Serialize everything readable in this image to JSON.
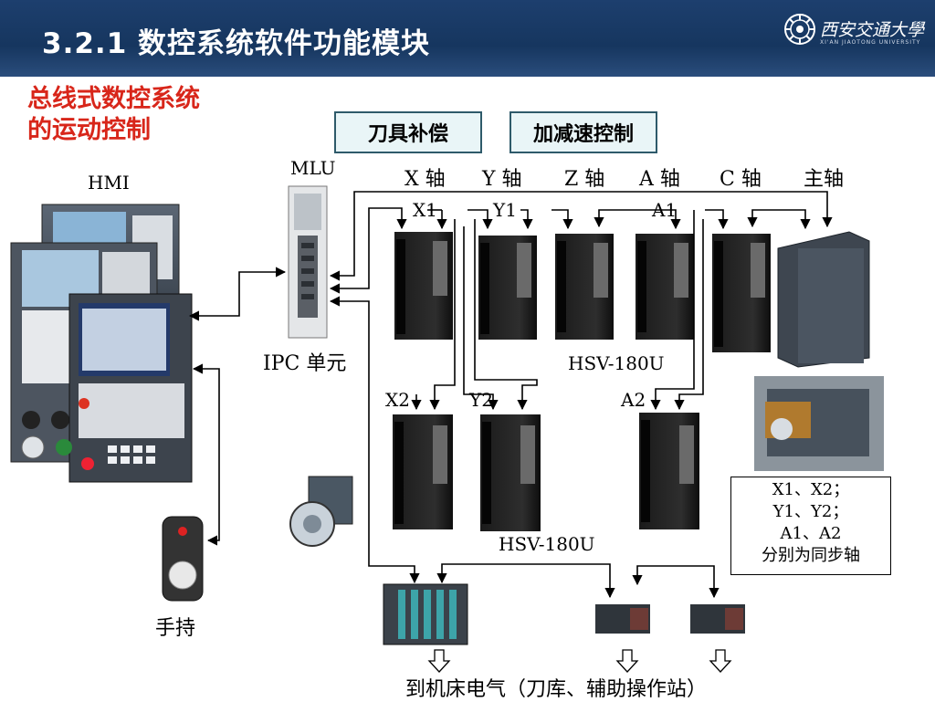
{
  "header": {
    "title": "3.2.1  数控系统软件功能模块",
    "logo_text": "西安交通大學",
    "logo_sub": "XI'AN JIAOTONG UNIVERSITY"
  },
  "subtitle": {
    "line1": "总线式数控系统",
    "line2": "的运动控制"
  },
  "top_boxes": {
    "tool_comp": "刀具补偿",
    "accel_ctrl": "加减速控制"
  },
  "labels": {
    "hmi": "HMI",
    "mlu": "MLU",
    "ipc": "IPC 单元",
    "handheld": "手持",
    "x_axis": "X 轴",
    "y_axis": "Y 轴",
    "z_axis": "Z 轴",
    "a_axis": "A 轴",
    "c_axis": "C 轴",
    "spindle": "主轴",
    "x1": "X1",
    "y1": "Y1",
    "a1": "A1",
    "x2": "X2",
    "y2": "Y2",
    "a2": "A2",
    "drive_model_top": "HSV-180U",
    "drive_model_bottom": "HSV-180U",
    "bottom_caption": "到机床电气（刀库、辅助操作站）"
  },
  "note": {
    "line1": "X1、X2；",
    "line2": "Y1、Y2；",
    "line3": "A1、A2",
    "line4": "分别为同步轴"
  },
  "colors": {
    "header_bg": "#1d3f6e",
    "subtitle_red": "#d8261a",
    "box_fill": "#e9f5f7",
    "box_border": "#2e5a6a"
  }
}
